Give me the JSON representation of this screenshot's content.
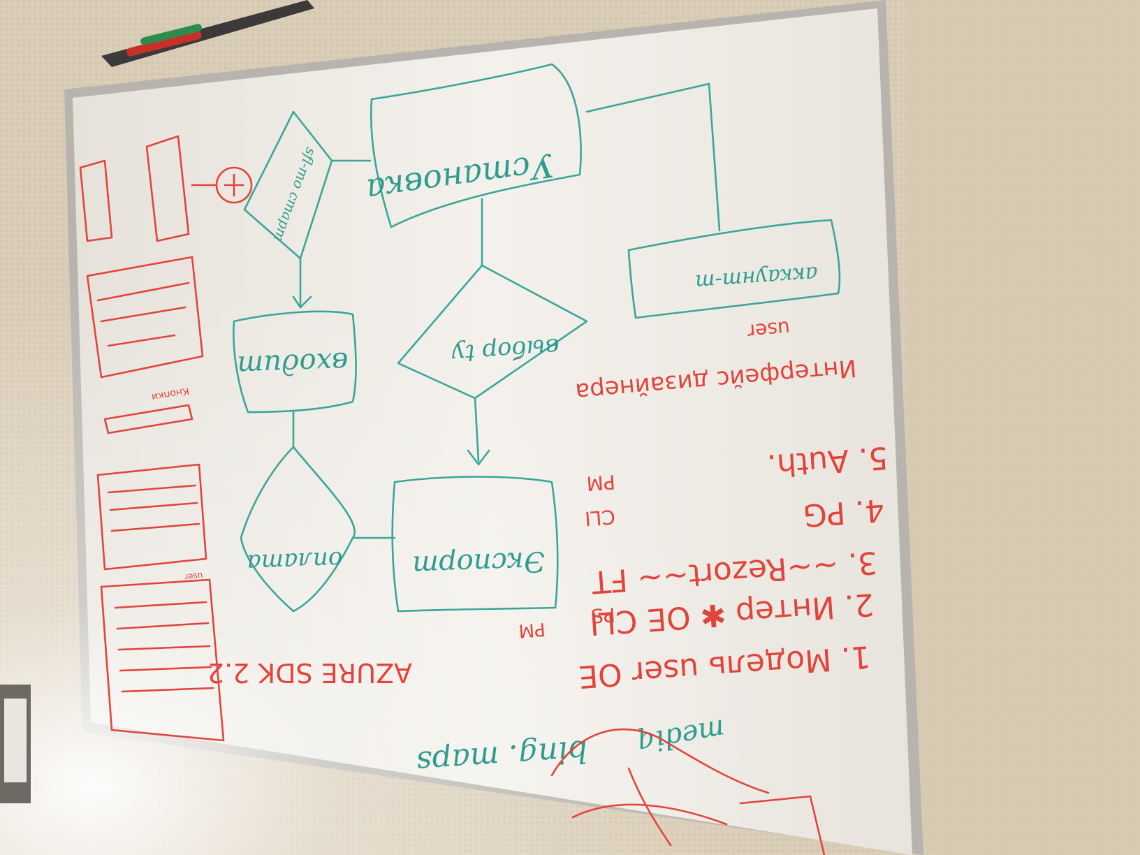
{
  "scene": {
    "description_free": true,
    "colors": {
      "wall": "#d9ccb6",
      "board": "#f2efe9",
      "frame": "#b7b4ae",
      "teal_marker": "#3aa69a",
      "red_marker": "#e0453c"
    },
    "icons": [
      "marker-tray-icon",
      "red-marker-icon",
      "green-marker-icon",
      "light-switch-icon"
    ]
  },
  "flowchart": {
    "top_box": "Устaнoвкa",
    "decision_top": "sfl-тo стaрт",
    "middle_box": "вxодит",
    "decision_center": "выбор ty",
    "right_box": "аккaунт-т",
    "bottom_box": "Экспорт",
    "bottom_decision": "оплата"
  },
  "notes": {
    "right_red_1": "Интерфейс дизайнера",
    "right_red_2": "user",
    "list": [
      "1. Модель user ОЕ",
      "2. Интер ✱ ОЕ CLI",
      "3. ~~Rezort~~ FT",
      "4. PG",
      "5. Auth."
    ],
    "list_side": [
      "PM",
      "PS",
      "CLI",
      "PM"
    ],
    "bottom_red": "AZURE SDK 2.2",
    "bottom_teal": "bing. maps",
    "bottom_teal_2": "mediq",
    "left_sketch_label": "Кнопки",
    "left_sketch_small": "user"
  }
}
